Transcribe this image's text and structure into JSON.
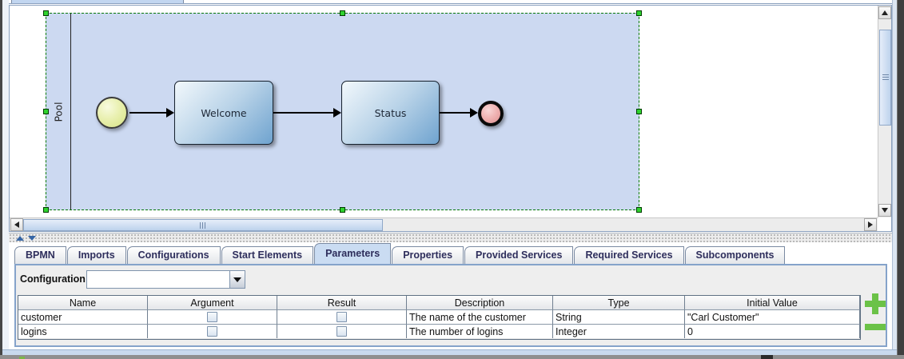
{
  "editor": {
    "pool": {
      "label": "Pool"
    },
    "tasks": [
      {
        "label": "Welcome"
      },
      {
        "label": "Status"
      }
    ]
  },
  "tabs": [
    {
      "label": "BPMN",
      "selected": false
    },
    {
      "label": "Imports",
      "selected": false
    },
    {
      "label": "Configurations",
      "selected": false
    },
    {
      "label": "Start Elements",
      "selected": false
    },
    {
      "label": "Parameters",
      "selected": true
    },
    {
      "label": "Properties",
      "selected": false
    },
    {
      "label": "Provided Services",
      "selected": false
    },
    {
      "label": "Required Services",
      "selected": false
    },
    {
      "label": "Subcomponents",
      "selected": false
    }
  ],
  "configuration": {
    "label": "Configuration",
    "value": ""
  },
  "parameters_table": {
    "columns": [
      "Name",
      "Argument",
      "Result",
      "Description",
      "Type",
      "Initial Value"
    ],
    "rows": [
      {
        "name": "customer",
        "argument_checked": false,
        "result_checked": false,
        "description": "The name of the customer",
        "type": "String",
        "initial_value": "\"Carl Customer\""
      },
      {
        "name": "logins",
        "argument_checked": false,
        "result_checked": false,
        "description": "The number of logins",
        "type": "Integer",
        "initial_value": "0"
      }
    ]
  },
  "colors": {
    "selection_green": "#2fd32f",
    "pool_fill": "#ccd9f1",
    "task_blue": "#6fa3cf",
    "start_event_fill": "#d7e383",
    "end_event_fill": "#dd9090",
    "selected_tab": "#cadcf2",
    "add_remove_green": "#6bc247"
  }
}
